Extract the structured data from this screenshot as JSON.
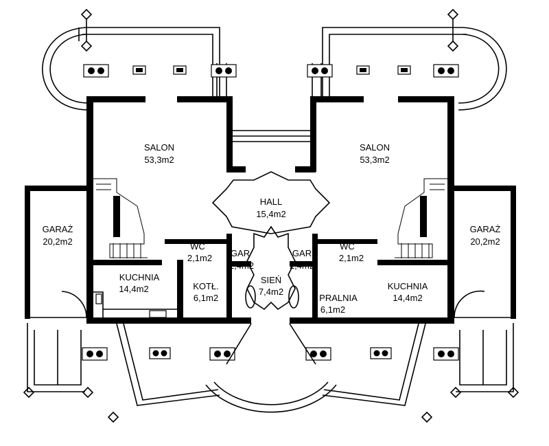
{
  "rooms": {
    "salon_left": {
      "name": "SALON",
      "area": "53,3m2"
    },
    "salon_right": {
      "name": "SALON",
      "area": "53,3m2"
    },
    "hall": {
      "name": "HALL",
      "area": "15,4m2"
    },
    "garaz_left": {
      "name": "GARAŻ",
      "area": "20,2m2"
    },
    "garaz_right": {
      "name": "GARAŻ",
      "area": "20,2m2"
    },
    "wc_left": {
      "name": "WC",
      "area": "2,1m2"
    },
    "wc_right": {
      "name": "WC",
      "area": "2,1m2"
    },
    "gar_left": {
      "name": "GAR",
      "area": "2,4m2"
    },
    "gar_right": {
      "name": "GAR",
      "area": "2,4m2"
    },
    "kuchnia_left": {
      "name": "KUCHNIA",
      "area": "14,4m2"
    },
    "kuchnia_right": {
      "name": "KUCHNIA",
      "area": "14,4m2"
    },
    "kotl": {
      "name": "KOTŁ.",
      "area": "6,1m2"
    },
    "pralnia": {
      "name": "PRALNIA",
      "area": "6,1m2"
    },
    "sien": {
      "name": "SIEŃ",
      "area": "7,4m2"
    }
  }
}
